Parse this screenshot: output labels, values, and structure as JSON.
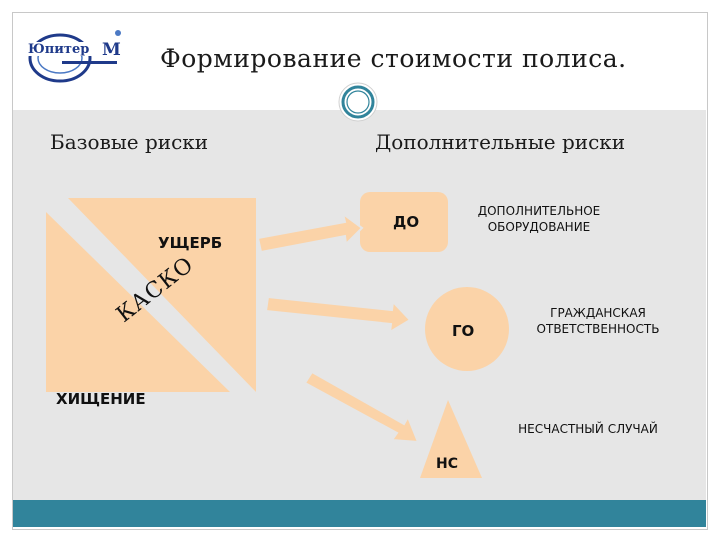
{
  "slide": {
    "title": "Формирование стоимости полиса.",
    "logo_text": "Юпитер",
    "logo_mark": "М"
  },
  "columns": {
    "base_title": "Базовые риски",
    "extra_title": "Дополнительные риски"
  },
  "base_risks": {
    "damage": "УЩЕРБ",
    "theft": "ХИЩЕНИЕ",
    "kasko": "КАСКО"
  },
  "extra_risks": [
    {
      "short": "ДО",
      "full_line1": "ДОПОЛНИТЕЛЬНОЕ",
      "full_line2": "ОБОРУДОВАНИЕ"
    },
    {
      "short": "ГО",
      "full_line1": "ГРАЖДАНСКАЯ",
      "full_line2": "ОТВЕТСТВЕННОСТЬ"
    },
    {
      "short": "НС",
      "full_line1": "НЕСЧАСТНЫЙ СЛУЧАЙ",
      "full_line2": ""
    }
  ],
  "colors": {
    "shape_fill": "#fbd3a8",
    "footer": "#31849b",
    "content_bg": "#e6e6e6",
    "logo_blue": "#1f3a8a",
    "arrow_stroke": "#e8e8e8"
  }
}
